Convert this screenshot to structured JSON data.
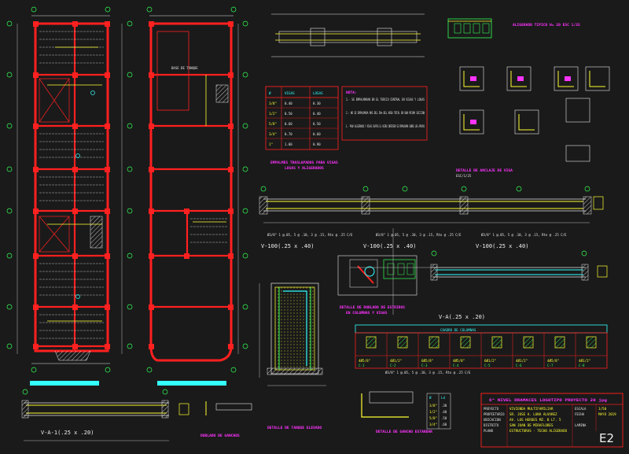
{
  "sheet": {
    "code": "E2",
    "title": "6^ NIVEL DRAMACES LOGOTIPO PROYECTO 20 jpg"
  },
  "titles": {
    "table_caption": "EMPALMES TRASLAPADOS PARA VIGAS\nLOSAS Y ALIGERADOS",
    "column_detail": "DETALLE DE ANCLAJE DE VIGA",
    "column_detail_scale": "ESC/1/25",
    "beam_1": "V-100(.25 x .40)",
    "beam_2": "V-100(.25 x .40)",
    "beam_3": "V-100(.25 x .40)",
    "beam_4": "V-A(.25 x .20)",
    "beam_5": "V-A-1(.25 x .20)",
    "column_stirrup_detail": "DETALLE DE DOBLADO DE ESTRIBOS\nEN COLUMNAS Y VIGAS",
    "stair_detail": "DETALLE DE TANQUE ELEVADO",
    "bend_detail": "DOBLADO DE GANCHOS",
    "bar_detail": "DETALLE DE GANCHO ESTANDAR",
    "lightweight_slab": "ALIGERADO TIPICO H= 20\nESC 1/25",
    "stirrup_note": "Ø3/8\" 1 @.05, 5 @ .10, 3 @ .15, Rto @ .25 C/E"
  },
  "notes": {
    "heading": "NOTA:",
    "lines": [
      "1.- SE EMPALMARAN EN EL TERCIO CENTRAL EN VIGAS Y LOSAS",
      "2.- NO SE EMPALMARA MAS DEL 50% DEL AREA TOTAL EN UNA MISMA SECCION",
      "3.- PARA ALIGERADOS Y VIGAS CHATAS EL ACERO INFERIOR SE EMPALMARA SOBRE LOS APOYOS"
    ]
  },
  "splice_table": {
    "headers": [
      "Ø",
      "VIGAS",
      "LOSAS"
    ],
    "rows": [
      [
        "3/8\"",
        "0.40",
        "0.30"
      ],
      [
        "1/2\"",
        "0.50",
        "0.40"
      ],
      [
        "5/8\"",
        "0.60",
        "0.50"
      ],
      [
        "3/4\"",
        "0.70",
        "0.60"
      ],
      [
        "1\"",
        "1.00",
        "0.90"
      ]
    ]
  },
  "column_schedule": {
    "header": "CUADRO DE COLUMNAS",
    "types": [
      "C-1",
      "C-2",
      "C-3",
      "C-4",
      "C-5",
      "C-6",
      "C-7",
      "C-8"
    ],
    "steel": [
      "4Ø5/8\"",
      "4Ø1/2\"",
      "6Ø5/8\"",
      "4Ø5/8\"",
      "6Ø1/2\"",
      "4Ø1/2\"",
      "4Ø5/8\"",
      "4Ø1/2\""
    ]
  },
  "title_block": {
    "labels": [
      "PROYECTO",
      "PROPIETARIO",
      "UBICACION",
      "DISTRITO",
      "PLANO",
      "ESCALA",
      "FECHA",
      "LAMINA"
    ],
    "values": [
      "VIVIENDA MULTIFAMILIAR",
      "SR. JOSE A. LUNA ALVAREZ",
      "AV. LOS HEROES MZ. B LT. 5",
      "SAN JUAN DE MIRAFLORES",
      "ESTRUCTURAS - TECHO ALIGERADO",
      "1/50",
      "MAYO 2019",
      "E2"
    ]
  },
  "bar_table": {
    "headers": [
      "Ø",
      "Ld"
    ],
    "rows": [
      [
        "3/8\"",
        ".30"
      ],
      [
        "1/2\"",
        ".40"
      ],
      [
        "5/8\"",
        ".50"
      ],
      [
        "3/4\"",
        ".60"
      ]
    ]
  },
  "colors": {
    "background": "#1a1a1a",
    "red": "#ff2020",
    "magenta": "#ff33ff",
    "yellow": "#ffff33",
    "cyan": "#33ffff",
    "green": "#33ff55",
    "white": "#e6e6e6"
  }
}
